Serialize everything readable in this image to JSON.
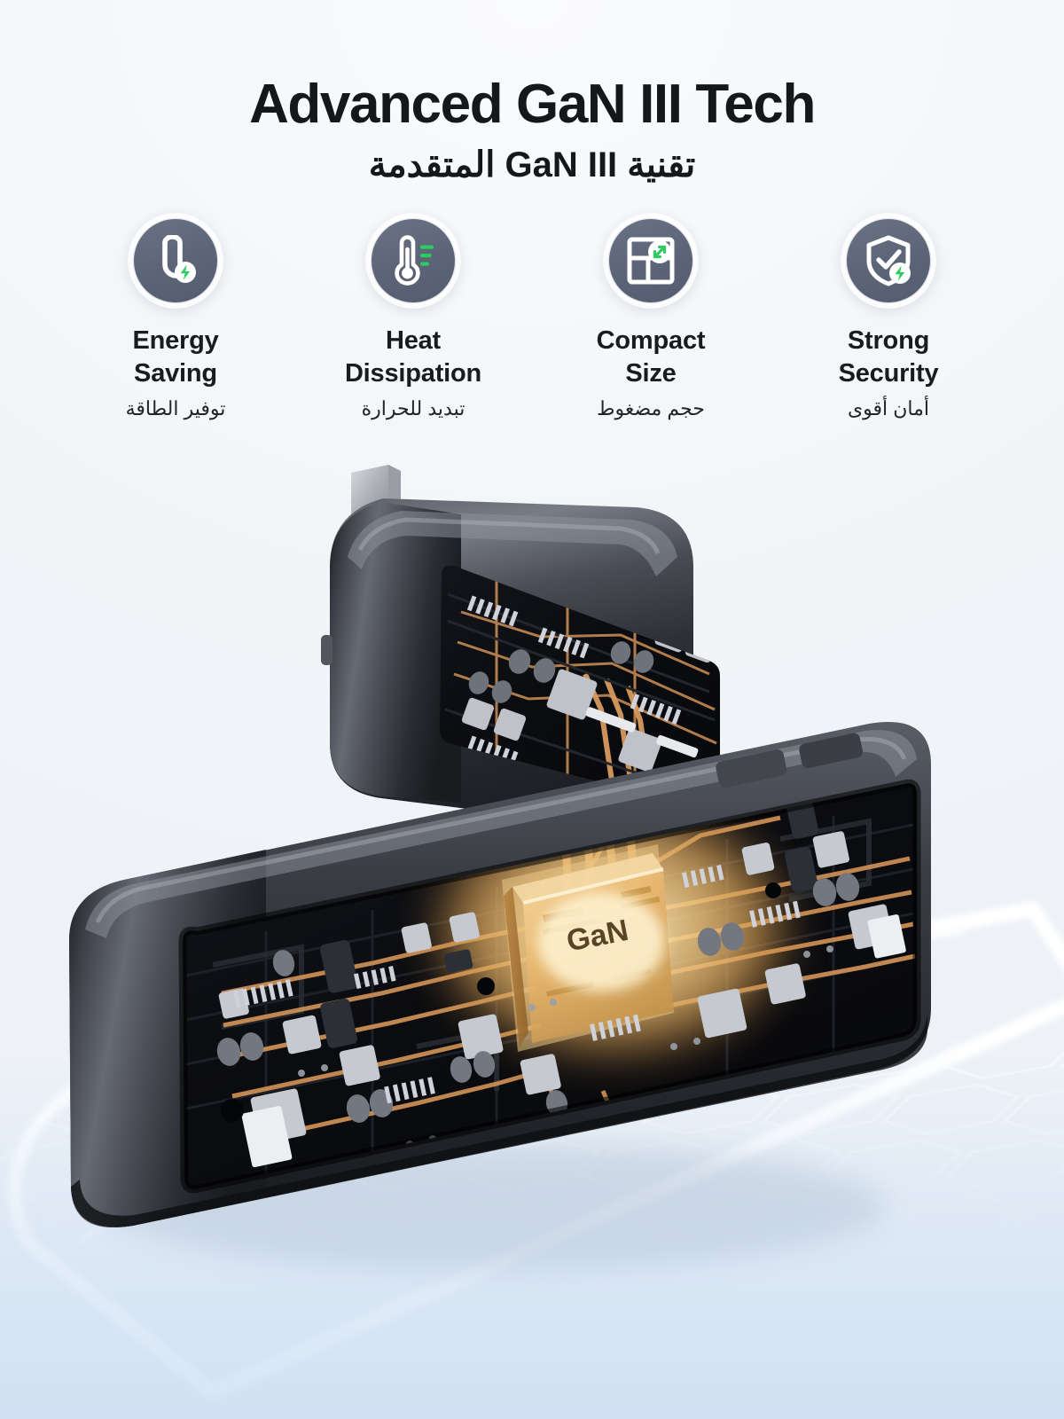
{
  "header": {
    "title": "Advanced GaN III Tech",
    "subtitle": "تقنية GaN III المتقدمة"
  },
  "features": [
    {
      "icon": "plug-cable-bolt-icon",
      "en_line1": "Energy",
      "en_line2": "Saving",
      "ar": "توفير الطاقة"
    },
    {
      "icon": "thermometer-icon",
      "en_line1": "Heat",
      "en_line2": "Dissipation",
      "ar": "تبديد للحرارة"
    },
    {
      "icon": "compact-size-resize-icon",
      "en_line1": "Compact",
      "en_line2": "Size",
      "ar": "حجم مضغوط"
    },
    {
      "icon": "shield-check-bolt-icon",
      "en_line1": "Strong",
      "en_line2": "Security",
      "ar": "أمان أقوى"
    }
  ],
  "product": {
    "chip_label": "GaN",
    "type": "wall-charger-cutaway",
    "body_color": "#3a3d45",
    "pcb_color": "#0d0e12",
    "trace_color": "#d8975f",
    "chip_glow_color": "#f3c26a",
    "prong_color": "#b9bcc2"
  },
  "colors": {
    "background": "#f6f7f9",
    "icon_circle": "#5c6477",
    "accent_green": "#2ecc5f",
    "text_dark": "#16171b",
    "floor_tint": "#cbdef3"
  }
}
